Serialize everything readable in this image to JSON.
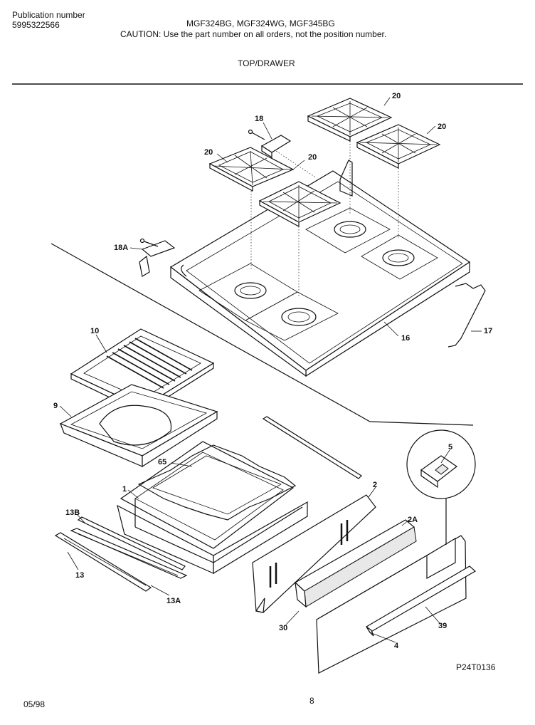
{
  "header": {
    "publication_label": "Publication number",
    "publication_number": "5995322566",
    "models": "MGF324BG, MGF324WG, MGF345BG",
    "caution": "CAUTION:  Use the part number on all orders, not the position number.",
    "section_title": "TOP/DRAWER"
  },
  "callouts": {
    "c20a": "20",
    "c20b": "20",
    "c20c": "20",
    "c20d": "20",
    "c18": "18",
    "c18a": "18A",
    "c16": "16",
    "c17": "17",
    "c10": "10",
    "c9": "9",
    "c65": "65",
    "c1": "1",
    "c13b": "13B",
    "c13": "13",
    "c13a": "13A",
    "c2": "2",
    "c2a": "2A",
    "c5": "5",
    "c30": "30",
    "c39": "39",
    "c4": "4"
  },
  "footer": {
    "diagram_code": "P24T0136",
    "date": "05/98",
    "page": "8"
  }
}
